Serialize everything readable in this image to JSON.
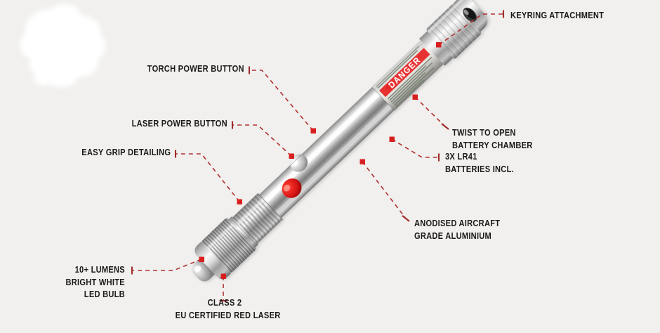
{
  "page": {
    "title": "Torch & Laser Pen Feature Callouts",
    "background_color": "#f1f0ee",
    "accent_color": "#b03030",
    "marker_color": "#d81f1f",
    "text_color": "#1c1a19"
  },
  "product": {
    "name": "chrome-torch-laser-pen",
    "body_color": "#c9c9c9",
    "laser_button_color": "#e01b1b",
    "torch_button_color": "#d8d8d8",
    "warning_label": {
      "headline": "DANGER",
      "headline_color": "#e02020",
      "small_text_color": "#6d7a68"
    }
  },
  "callouts": [
    {
      "id": "keyring-attachment",
      "lines": [
        "KEYRING ATTACHMENT"
      ],
      "align": "left"
    },
    {
      "id": "torch-power-button",
      "lines": [
        "TORCH POWER BUTTON"
      ],
      "align": "right"
    },
    {
      "id": "laser-power-button",
      "lines": [
        "LASER POWER BUTTON"
      ],
      "align": "right"
    },
    {
      "id": "easy-grip-detailing",
      "lines": [
        "EASY GRIP DETAILING"
      ],
      "align": "right"
    },
    {
      "id": "twist-to-open-battery-chamber",
      "lines": [
        "TWIST TO OPEN",
        "BATTERY CHAMBER"
      ],
      "align": "left"
    },
    {
      "id": "lr41-batteries",
      "lines": [
        "3X LR41",
        "BATTERIES INCL."
      ],
      "align": "left"
    },
    {
      "id": "anodised-aircraft-grade-aluminium",
      "lines": [
        "ANODISED AIRCRAFT",
        "GRADE ALUMINIUM"
      ],
      "align": "left"
    },
    {
      "id": "led-bulb",
      "lines": [
        "10+ LUMENS",
        "BRIGHT WHITE",
        "LED BULB"
      ],
      "align": "right"
    },
    {
      "id": "class-2-red-laser",
      "lines": [
        "CLASS 2",
        "EU CERTIFIED RED LASER"
      ],
      "align": "center"
    }
  ]
}
